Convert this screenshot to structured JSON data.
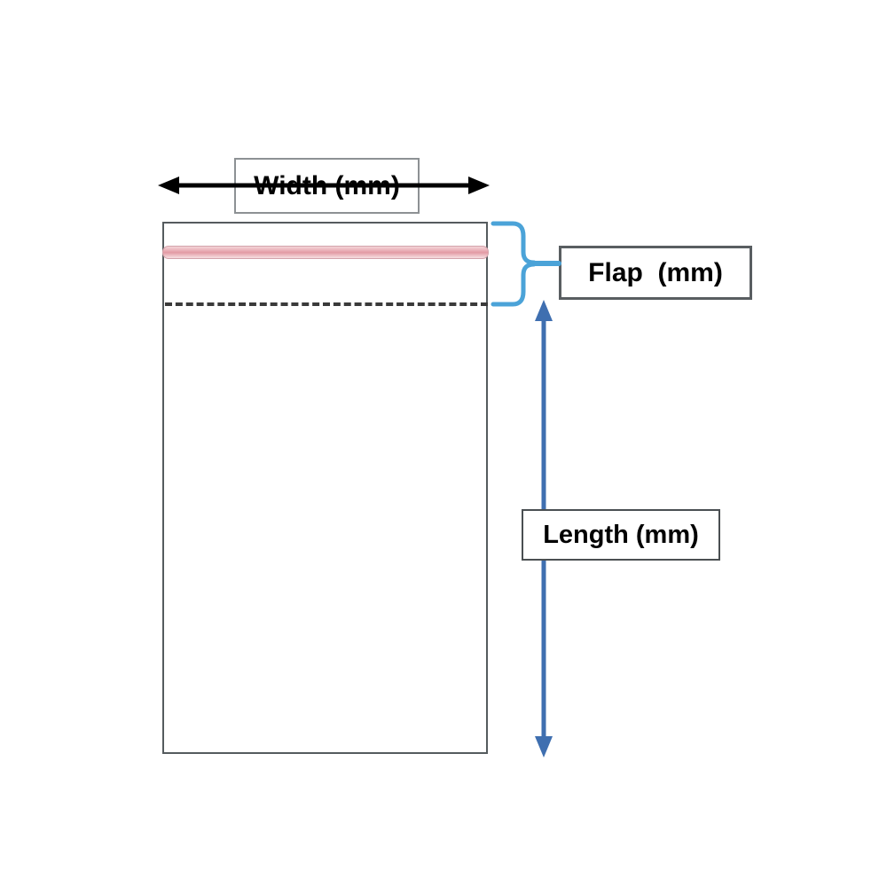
{
  "diagram": {
    "title": "Poly bag dimension diagram",
    "background_color": "#ffffff",
    "labels": {
      "width": "Width (mm)",
      "flap": "Flap  (mm)",
      "length": "Length (mm)"
    },
    "parts": {
      "bag_body": "bag-outline",
      "seal_strip": "adhesive-seal-strip",
      "fold_line": "dashed-fold-line"
    },
    "colors": {
      "bag_outline": "#555b5e",
      "seal_strip_pink": "#e29aa4",
      "seal_strip_light": "#f3d4d8",
      "fold_line": "#3a3a3a",
      "width_arrow": "#000000",
      "length_arrow": "#3f6fb0",
      "flap_brace": "#4ba3d8",
      "label_border": "#595e61",
      "label_text": "#000000"
    },
    "annotations": {
      "width_arrow": "double-headed horizontal arrow spanning bag width",
      "length_arrow": "double-headed vertical arrow from fold line to bag bottom",
      "flap_brace": "curly brace spanning bag top edge to fold line"
    }
  }
}
